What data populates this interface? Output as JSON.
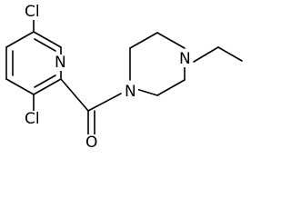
{
  "molecule": {
    "atoms": {
      "cl_top": "Cl",
      "n_pyridine": "N",
      "cl_bottom": "Cl",
      "o_carbonyl": "O",
      "n_piperazine_left": "N",
      "n_piperazine_right": "N"
    }
  }
}
